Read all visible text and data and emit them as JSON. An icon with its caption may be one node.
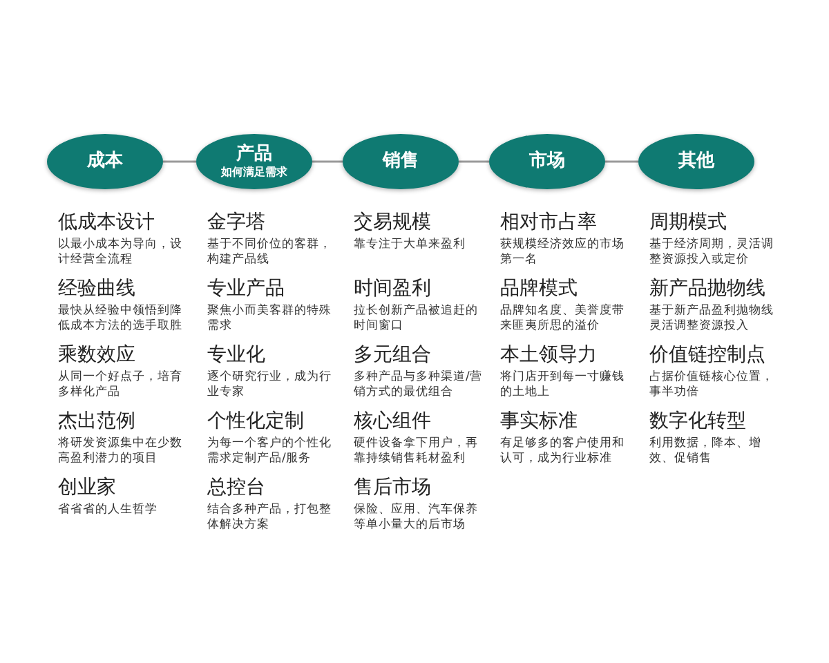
{
  "diagram": {
    "nodes": [
      {
        "text": [
          "成本"
        ]
      },
      {
        "text": [
          "产品",
          "如何满足需求"
        ]
      },
      {
        "text": [
          "销售"
        ]
      },
      {
        "text": [
          "市场"
        ]
      },
      {
        "text": [
          "其他"
        ]
      }
    ],
    "edges": [
      {
        "from": 0,
        "to": 1,
        "arrow": "none"
      },
      {
        "from": 1,
        "to": 2,
        "arrow": "none"
      },
      {
        "from": 2,
        "to": 3,
        "arrow": "none"
      },
      {
        "from": 3,
        "to": 4,
        "arrow": "none"
      }
    ],
    "labels": [
      "低成本设计",
      "以最小成本为导向，设计经营全流程",
      "经验曲线",
      "最快从经验中领悟到降低成本方法的选手取胜",
      "乘数效应",
      "从同一个好点子，培育多样化产品",
      "杰出范例",
      "将研发资源集中在少数高盈利潜力的项目",
      "创业家",
      "省省省的人生哲学",
      "金字塔",
      "基于不同价位的客群，构建产品线",
      "专业产品",
      "聚焦小而美客群的特殊需求",
      "专业化",
      "逐个研究行业，成为行业专家",
      "个性化定制",
      "为每一个客户的个性化需求定制产品/服务",
      "总控台",
      "结合多种产品，打包整体解决方案",
      "交易规模",
      "靠专注于大单来盈利",
      "时间盈利",
      "拉长创新产品被追赶的时间窗口",
      "多元组合",
      "多种产品与多种渠道/营销方式的最优组合",
      "核心组件",
      "硬件设备拿下用户，再靠持续销售耗材盈利",
      "售后市场",
      "保险、应用、汽车保养等单小量大的后市场",
      "相对市占率",
      "获规模经济效应的市场第一名",
      "品牌模式",
      "品牌知名度、美誉度带来匪夷所思的溢价",
      "本土领导力",
      "将门店开到每一寸赚钱的土地上",
      "事实标准",
      "有足够多的客户使用和认可，成为行业标准",
      "周期模式",
      "基于经济周期，灵活调整资源投入或定价",
      "新产品抛物线",
      "基于新产品盈利抛物线灵活调整资源投入",
      "价值链控制点",
      "占据价值链核心位置，事半功倍",
      "数字化转型",
      "利用数据，降本、增效、促销售"
    ]
  }
}
